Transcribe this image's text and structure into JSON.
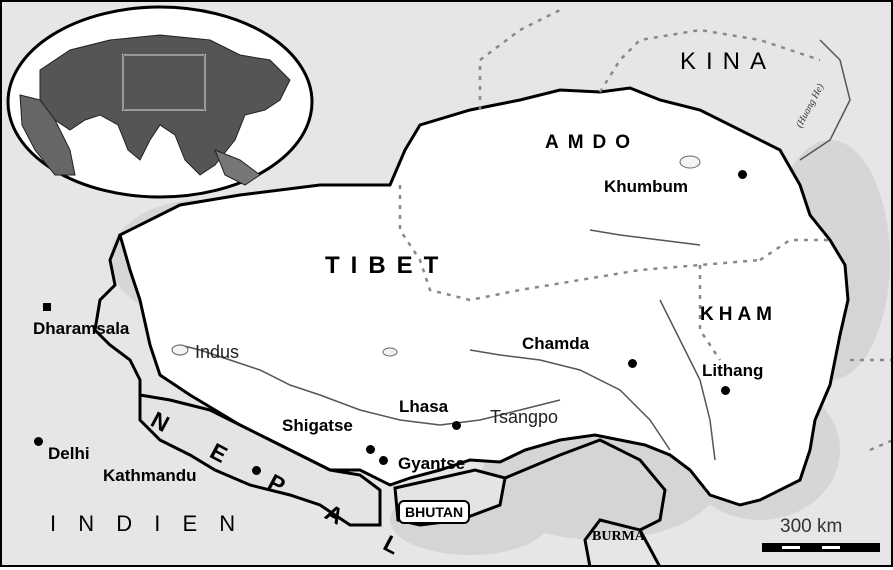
{
  "country_labels": {
    "kina": "KINA",
    "indien": "I N D I E N",
    "nepal": "N E P A L",
    "bhutan": "BHUTAN",
    "burma": "BURMA"
  },
  "regions": {
    "tibet": "TIBET",
    "amdo": "AMDO",
    "kham": "KHAM"
  },
  "cities": {
    "khumbum": "Khumbum",
    "dharamsala": "Dharamsala",
    "chamda": "Chamda",
    "lithang": "Lithang",
    "lhasa": "Lhasa",
    "shigatse": "Shigatse",
    "gyantse": "Gyantse",
    "delhi": "Delhi",
    "kathmandu": "Kathmandu"
  },
  "rivers": {
    "indus": "Indus",
    "tsangpo": "Tsangpo",
    "huang_he": "(Huang He)"
  },
  "scale": {
    "label": "300 km"
  }
}
